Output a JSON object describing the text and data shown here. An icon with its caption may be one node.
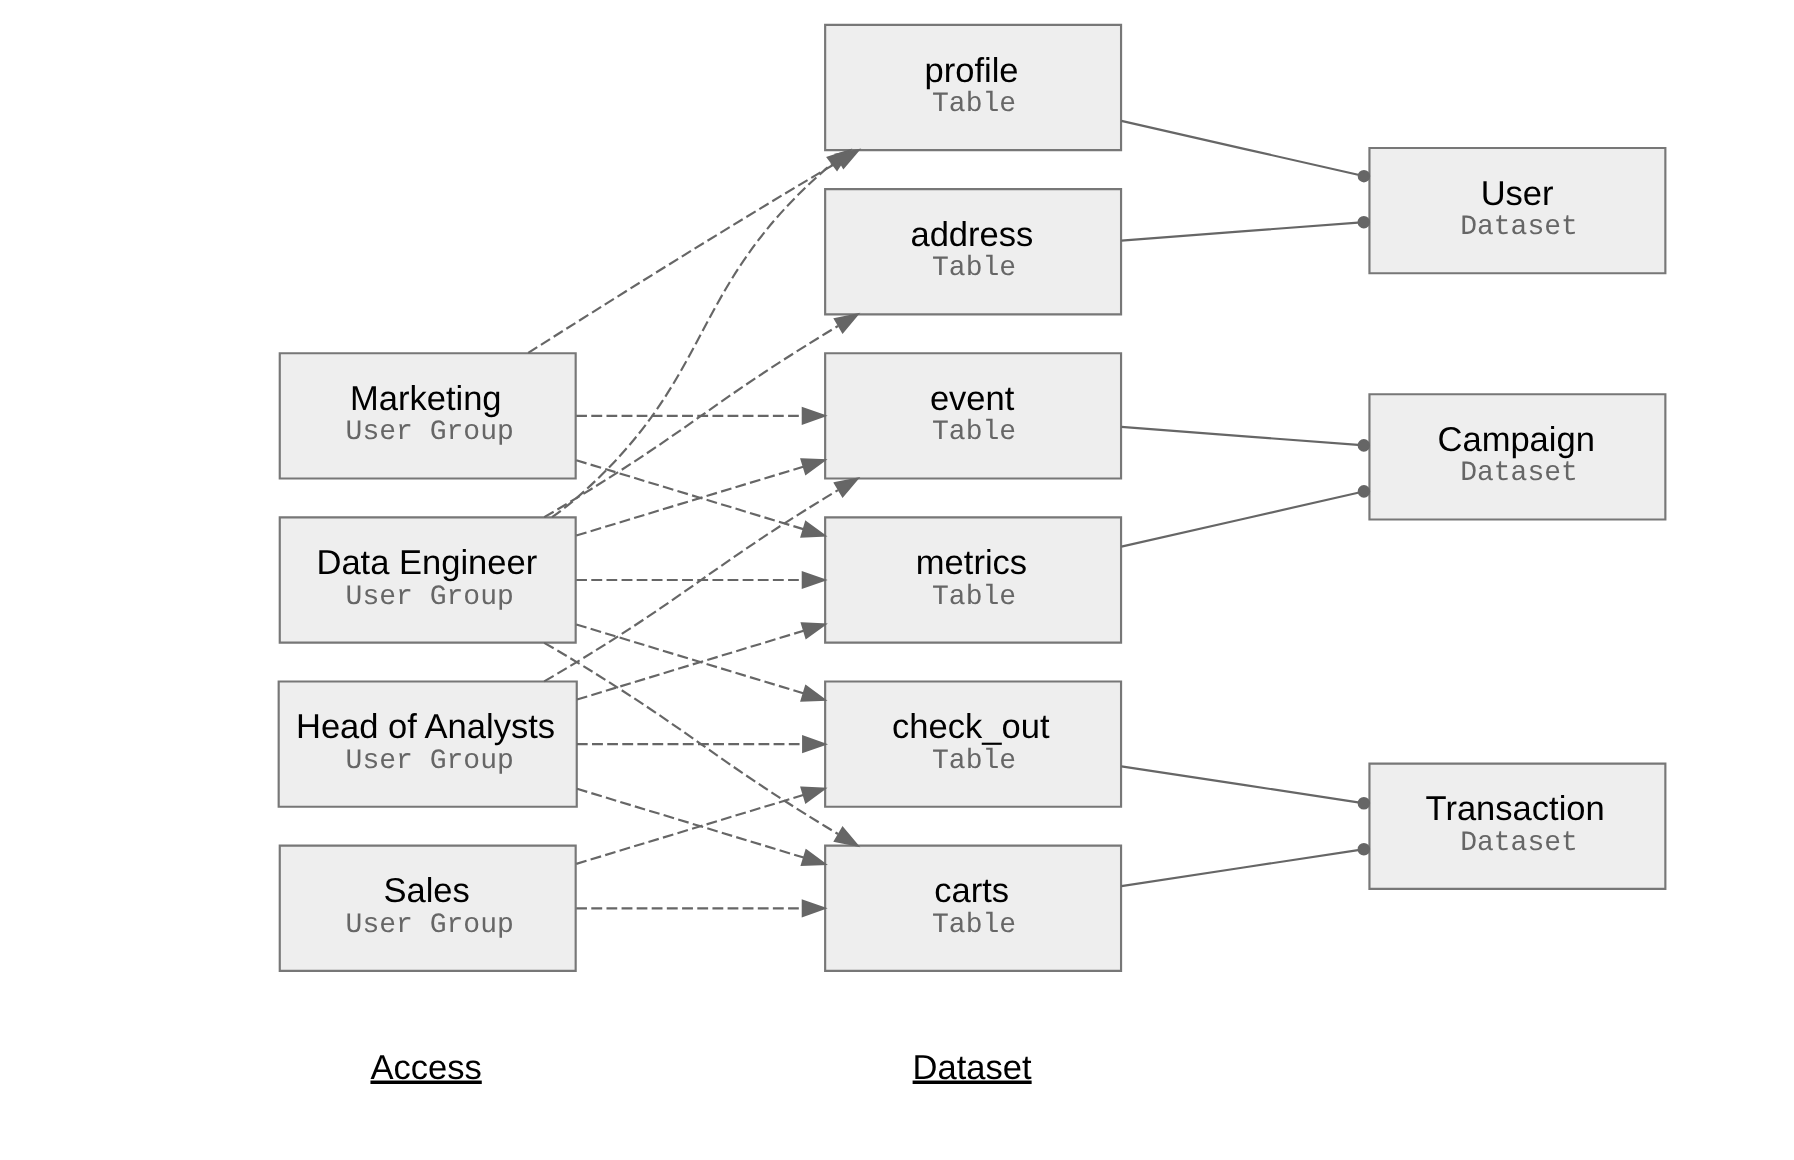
{
  "diagram": {
    "nodes": [
      {
        "text": [
          "Data Engineer",
          "User Group"
        ]
      },
      {
        "text": [
          "Sales",
          "User Group"
        ]
      },
      {
        "text": [
          "Marketing",
          "User Group"
        ]
      },
      {
        "text": [
          "Head of Analysts",
          "User Group"
        ]
      },
      {
        "text": [
          "profile",
          "Table"
        ]
      },
      {
        "text": [
          "address",
          "Table"
        ]
      },
      {
        "text": [
          "check_out",
          "Table"
        ]
      },
      {
        "text": [
          "carts",
          "Table"
        ]
      },
      {
        "text": [
          "event",
          "Table"
        ]
      },
      {
        "text": [
          "metrics",
          "Table"
        ]
      },
      {
        "text": [
          "User",
          "Dataset"
        ]
      },
      {
        "text": [
          "Transaction",
          "Dataset"
        ]
      },
      {
        "text": [
          "Campaign",
          "Dataset"
        ]
      }
    ],
    "edges": [
      {
        "from": 0,
        "to": 4,
        "arrow": "to",
        "style": "dashed"
      },
      {
        "from": 0,
        "to": 5,
        "arrow": "to",
        "style": "dashed"
      },
      {
        "from": 0,
        "to": 6,
        "arrow": "to",
        "style": "dashed"
      },
      {
        "from": 0,
        "to": 7,
        "arrow": "to",
        "style": "dashed"
      },
      {
        "from": 0,
        "to": 8,
        "arrow": "to",
        "style": "dashed"
      },
      {
        "from": 0,
        "to": 9,
        "arrow": "to",
        "style": "dashed"
      },
      {
        "from": 1,
        "to": 6,
        "arrow": "to",
        "style": "dashed"
      },
      {
        "from": 1,
        "to": 7,
        "arrow": "to",
        "style": "dashed"
      },
      {
        "from": 2,
        "to": 4,
        "arrow": "to",
        "style": "dashed"
      },
      {
        "from": 2,
        "to": 8,
        "arrow": "to",
        "style": "dashed"
      },
      {
        "from": 2,
        "to": 9,
        "arrow": "to",
        "style": "dashed"
      },
      {
        "from": 3,
        "to": 6,
        "arrow": "to",
        "style": "dashed"
      },
      {
        "from": 3,
        "to": 7,
        "arrow": "to",
        "style": "dashed"
      },
      {
        "from": 3,
        "to": 8,
        "arrow": "to",
        "style": "dashed"
      },
      {
        "from": 3,
        "to": 9,
        "arrow": "to",
        "style": "dashed"
      },
      {
        "from": 4,
        "to": 10,
        "arrow": "other"
      },
      {
        "from": 5,
        "to": 10,
        "arrow": "other"
      },
      {
        "from": 6,
        "to": 11,
        "arrow": "other"
      },
      {
        "from": 7,
        "to": 11,
        "arrow": "other"
      },
      {
        "from": 8,
        "to": 12,
        "arrow": "other"
      },
      {
        "from": 9,
        "to": 12,
        "arrow": "other"
      }
    ],
    "labels": [
      "Access",
      "Dataset"
    ]
  }
}
